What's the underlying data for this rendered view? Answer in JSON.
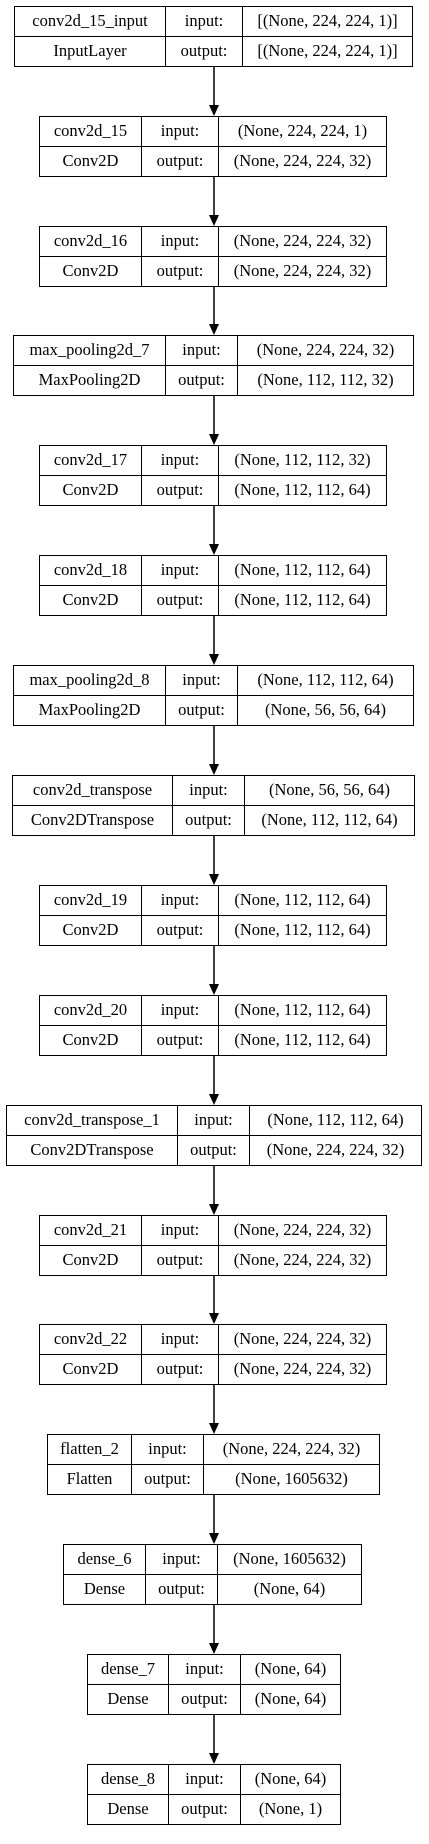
{
  "nodes": [
    {
      "name": "conv2d_15_input",
      "type": "InputLayer",
      "input_label": "input:",
      "output_label": "output:",
      "input": "[(None, 224, 224, 1)]",
      "output": "[(None, 224, 224, 1)]"
    },
    {
      "name": "conv2d_15",
      "type": "Conv2D",
      "input_label": "input:",
      "output_label": "output:",
      "input": "(None, 224, 224, 1)",
      "output": "(None, 224, 224, 32)"
    },
    {
      "name": "conv2d_16",
      "type": "Conv2D",
      "input_label": "input:",
      "output_label": "output:",
      "input": "(None, 224, 224, 32)",
      "output": "(None, 224, 224, 32)"
    },
    {
      "name": "max_pooling2d_7",
      "type": "MaxPooling2D",
      "input_label": "input:",
      "output_label": "output:",
      "input": "(None, 224, 224, 32)",
      "output": "(None, 112, 112, 32)"
    },
    {
      "name": "conv2d_17",
      "type": "Conv2D",
      "input_label": "input:",
      "output_label": "output:",
      "input": "(None, 112, 112, 32)",
      "output": "(None, 112, 112, 64)"
    },
    {
      "name": "conv2d_18",
      "type": "Conv2D",
      "input_label": "input:",
      "output_label": "output:",
      "input": "(None, 112, 112, 64)",
      "output": "(None, 112, 112, 64)"
    },
    {
      "name": "max_pooling2d_8",
      "type": "MaxPooling2D",
      "input_label": "input:",
      "output_label": "output:",
      "input": "(None, 112, 112, 64)",
      "output": "(None, 56, 56, 64)"
    },
    {
      "name": "conv2d_transpose",
      "type": "Conv2DTranspose",
      "input_label": "input:",
      "output_label": "output:",
      "input": "(None, 56, 56, 64)",
      "output": "(None, 112, 112, 64)"
    },
    {
      "name": "conv2d_19",
      "type": "Conv2D",
      "input_label": "input:",
      "output_label": "output:",
      "input": "(None, 112, 112, 64)",
      "output": "(None, 112, 112, 64)"
    },
    {
      "name": "conv2d_20",
      "type": "Conv2D",
      "input_label": "input:",
      "output_label": "output:",
      "input": "(None, 112, 112, 64)",
      "output": "(None, 112, 112, 64)"
    },
    {
      "name": "conv2d_transpose_1",
      "type": "Conv2DTranspose",
      "input_label": "input:",
      "output_label": "output:",
      "input": "(None, 112, 112, 64)",
      "output": "(None, 224, 224, 32)"
    },
    {
      "name": "conv2d_21",
      "type": "Conv2D",
      "input_label": "input:",
      "output_label": "output:",
      "input": "(None, 224, 224, 32)",
      "output": "(None, 224, 224, 32)"
    },
    {
      "name": "conv2d_22",
      "type": "Conv2D",
      "input_label": "input:",
      "output_label": "output:",
      "input": "(None, 224, 224, 32)",
      "output": "(None, 224, 224, 32)"
    },
    {
      "name": "flatten_2",
      "type": "Flatten",
      "input_label": "input:",
      "output_label": "output:",
      "input": "(None, 224, 224, 32)",
      "output": "(None, 1605632)"
    },
    {
      "name": "dense_6",
      "type": "Dense",
      "input_label": "input:",
      "output_label": "output:",
      "input": "(None, 1605632)",
      "output": "(None, 64)"
    },
    {
      "name": "dense_7",
      "type": "Dense",
      "input_label": "input:",
      "output_label": "output:",
      "input": "(None, 64)",
      "output": "(None, 64)"
    },
    {
      "name": "dense_8",
      "type": "Dense",
      "input_label": "input:",
      "output_label": "output:",
      "input": "(None, 64)",
      "output": "(None, 1)"
    }
  ],
  "colors": {
    "line": "#000000",
    "background": "#ffffff"
  }
}
